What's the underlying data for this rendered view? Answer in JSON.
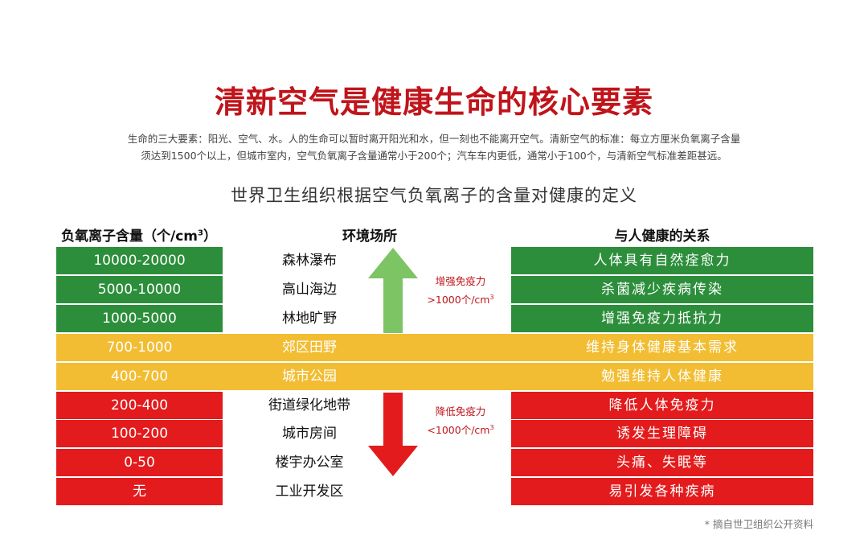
{
  "title": "清新空气是健康生命的核心要素",
  "intro": {
    "line1": "生命的三大要素：阳光、空气、水。人的生命可以暂时离开阳光和水，但一刻也不能离开空气。清新空气的标准：每立方厘米负氧离子含量",
    "line2": "须达到1500个以上，但城市室内，空气负氧离子含量通常小于200个；汽车车内更低，通常小于100个，与清新空气标准差距甚远。"
  },
  "subtitle": "世界卫生组织根据空气负氧离子的含量对健康的定义",
  "headers": {
    "content": "负氧离子含量（个/cm",
    "content_sup": "3",
    "content_close": "）",
    "place": "环境场所",
    "relation": "与人健康的关系"
  },
  "rows": [
    {
      "range": "10000-20000",
      "place": "森林瀑布",
      "effect": "人体具有自然痊愈力",
      "level": "green"
    },
    {
      "range": "5000-10000",
      "place": "高山海边",
      "effect": "杀菌减少疾病传染",
      "level": "green"
    },
    {
      "range": "1000-5000",
      "place": "林地旷野",
      "effect": "增强免疫力抵抗力",
      "level": "green"
    },
    {
      "range": "700-1000",
      "place": "郊区田野",
      "effect": "维持身体健康基本需求",
      "level": "yellow"
    },
    {
      "range": "400-700",
      "place": "城市公园",
      "effect": "勉强维持人体健康",
      "level": "yellow"
    },
    {
      "range": "200-400",
      "place": "街道绿化地带",
      "effect": "降低人体免疫力",
      "level": "red"
    },
    {
      "range": "100-200",
      "place": "城市房间",
      "effect": "诱发生理障碍",
      "level": "red"
    },
    {
      "range": "0-50",
      "place": "楼宇办公室",
      "effect": "头痛、失眠等",
      "level": "red"
    },
    {
      "range": "无",
      "place": "工业开发区",
      "effect": "易引发各种疾病",
      "level": "red"
    }
  ],
  "arrows": {
    "up_label1": "增强免疫力",
    "up_label2": ">1000个/cm",
    "up_sup": "3",
    "down_label1": "降低免疫力",
    "down_label2": "<1000个/cm",
    "down_sup": "3"
  },
  "colors": {
    "title_red": "#c0141b",
    "green": "#2c8e3b",
    "yellow": "#f2bd32",
    "red": "#e31b1c",
    "arrow_green": "#7dc464"
  },
  "footnote": "* 摘自世卫组织公开资料"
}
